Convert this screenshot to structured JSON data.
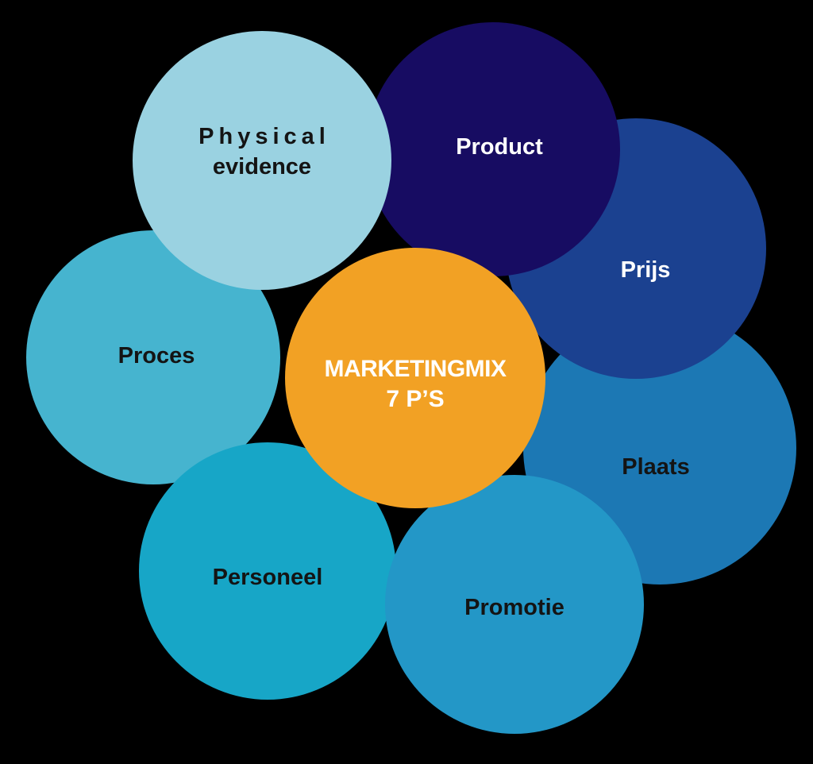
{
  "diagram": {
    "background_color": "#000000",
    "text_dark": "#141414",
    "text_light": "#FFFFFF"
  },
  "circles": {
    "proces": {
      "line1": "Proces",
      "fill": "#46B4CF",
      "text": "#141414"
    },
    "plaats": {
      "line1": "Plaats",
      "fill": "#1C78B4",
      "text": "#141414"
    },
    "prijs": {
      "line1": "Prijs",
      "fill": "#1B4190",
      "text": "#FFFFFF"
    },
    "product": {
      "line1": "Product",
      "fill": "#170C62",
      "text": "#FFFFFF"
    },
    "physical": {
      "line1": "Physical",
      "line2": "evidence",
      "fill": "#9AD2E1",
      "text": "#141414"
    },
    "personeel": {
      "line1": "Personeel",
      "fill": "#17A6C7",
      "text": "#141414"
    },
    "promotie": {
      "line1": "Promotie",
      "fill": "#2397C7",
      "text": "#141414"
    },
    "marketingmix": {
      "line1": "MARKETINGMIX",
      "line2": "7 P’S",
      "fill": "#F2A124",
      "text": "#FFFFFF"
    }
  }
}
